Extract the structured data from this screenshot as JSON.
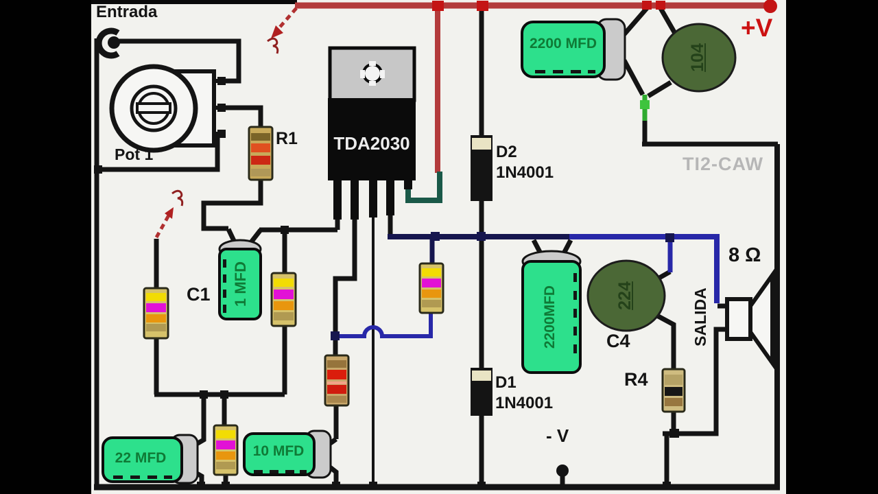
{
  "labels": {
    "input": "Entrada",
    "pot": "Pot 1",
    "r1": "R1",
    "ic": "TDA2030",
    "d2_ref": "D2",
    "d2_part": "1N4001",
    "plus_v": "+V",
    "watermark": "TI2-CAW",
    "c1_ref": "C1",
    "c4_ref": "C4",
    "r4": "R4",
    "d1_ref": "D1",
    "d1_part": "1N4001",
    "minus_v": "- V",
    "salida": "SALIDA",
    "speaker_impedance": "8 Ω"
  },
  "capacitors": {
    "top_filter": "2200 MFD",
    "disc_top": "104",
    "c1_value": "1 MFD",
    "output_main": "2200MFD",
    "disc_c4": "224",
    "bottom_left": "22 MFD",
    "bottom_mid": "10 MFD"
  },
  "colors": {
    "positive_rail": "#b33b3b",
    "wire_black": "#141414",
    "signal_navy": "#16164e",
    "output_blue": "#2828a8",
    "ground_green": "#2faa2f",
    "feedback_dark_green": "#1a5948",
    "capacitor_green": "#2de08c",
    "disc_capacitor_olive": "#4b6836",
    "accent_red": "#cc1111"
  }
}
